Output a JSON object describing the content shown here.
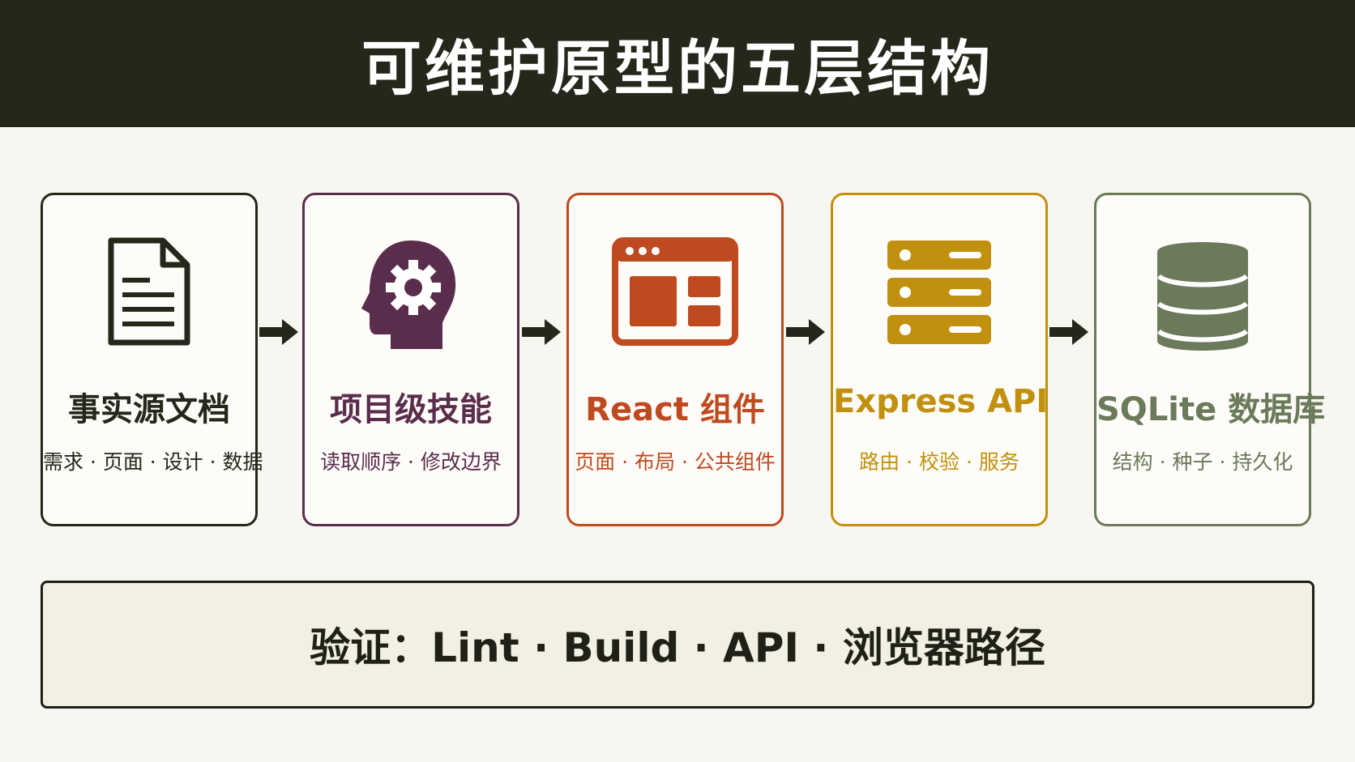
{
  "title": "可维护原型的五层结构",
  "layers": [
    {
      "title": "事实源文档",
      "subtitle": "需求 · 页面 · 设计 · 数据",
      "icon": "document-icon",
      "color": "#25271a"
    },
    {
      "title": "项目级技能",
      "subtitle": "读取顺序 · 修改边界",
      "icon": "head-gear-icon",
      "color": "#5b2d4d"
    },
    {
      "title": "React 组件",
      "subtitle": "页面 · 布局 · 公共组件",
      "icon": "browser-window-icon",
      "color": "#bf4a1f"
    },
    {
      "title": "Express API",
      "subtitle": "路由 · 校验 · 服务",
      "icon": "server-icon",
      "color": "#c2900f"
    },
    {
      "title": "SQLite 数据库",
      "subtitle": "结构 · 种子 · 持久化",
      "icon": "database-icon",
      "color": "#6a7a5a"
    }
  ],
  "verification": "验证：Lint · Build · API · 浏览器路径"
}
